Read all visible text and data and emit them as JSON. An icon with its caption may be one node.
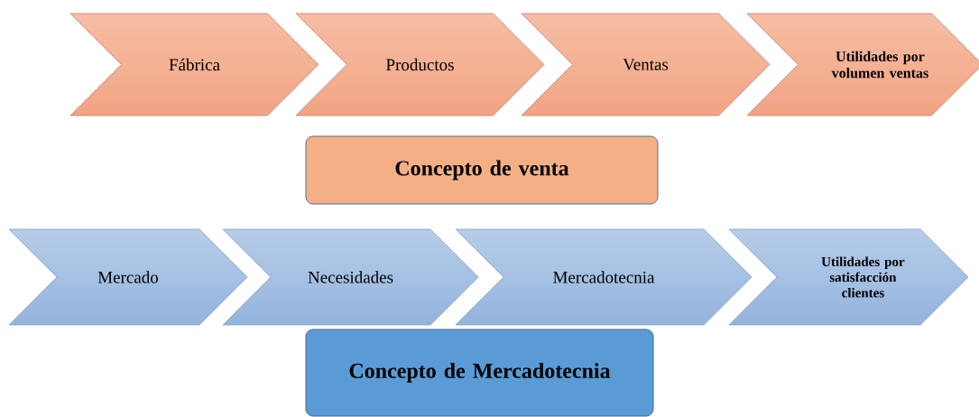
{
  "diagram": {
    "nodes": [
      {
        "text": [
          "Fábrica"
        ]
      },
      {
        "text": [
          "Productos"
        ]
      },
      {
        "text": [
          "Ventas"
        ]
      },
      {
        "text": [
          "Utilidades por volumen ventas"
        ]
      },
      {
        "text": [
          "Concepto de venta"
        ]
      },
      {
        "text": [
          "Mercado"
        ]
      },
      {
        "text": [
          "Necesidades"
        ]
      },
      {
        "text": [
          "Mercadotecnia"
        ]
      },
      {
        "text": [
          "Utilidades por satisfacción clientes"
        ]
      },
      {
        "text": [
          "Concepto de Mercadotecnia"
        ]
      }
    ]
  }
}
